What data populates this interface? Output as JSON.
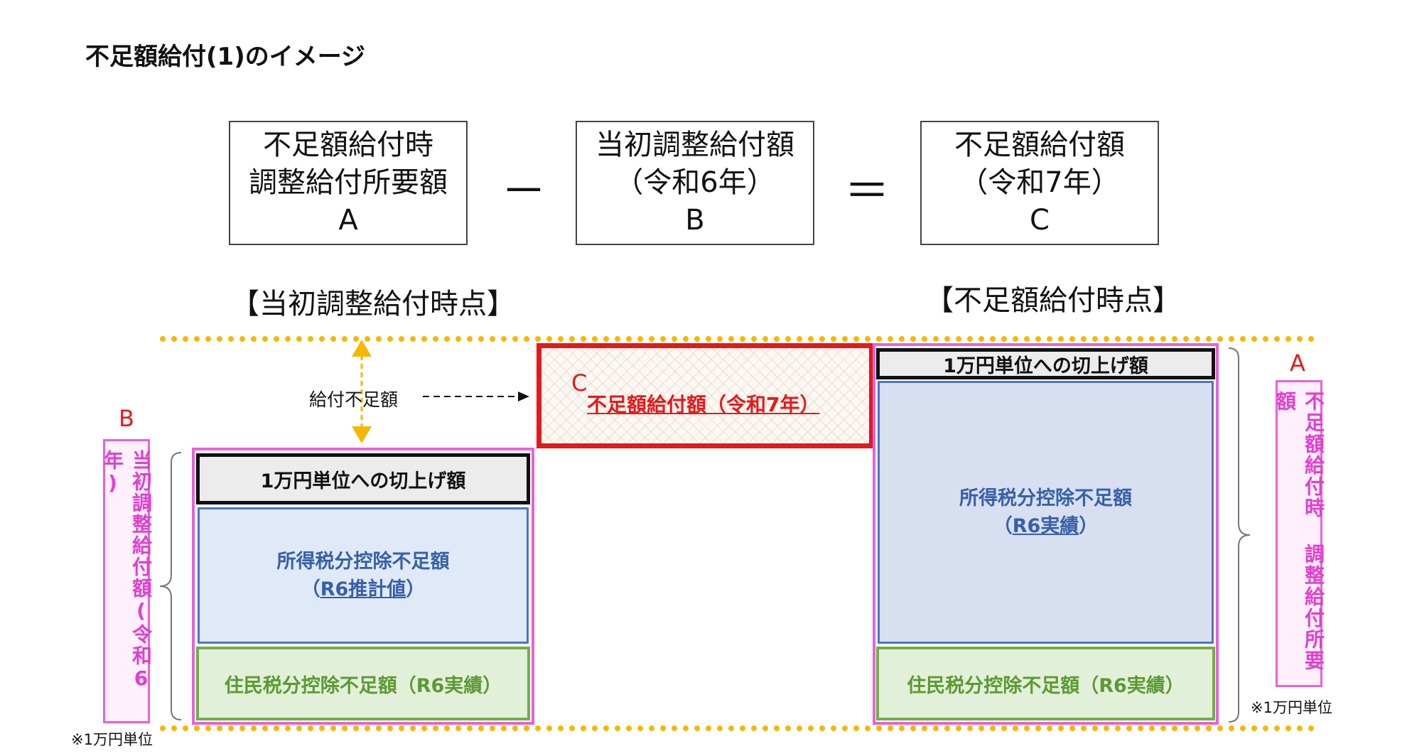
{
  "title": "不足額給付(1)のイメージ",
  "formula": {
    "box_a": {
      "line1": "不足額給付時",
      "line2": "調整給付所要額",
      "letter": "A"
    },
    "minus": "－",
    "box_b": {
      "line1": "当初調整給付額",
      "line2": "（令和6年）",
      "letter": "B"
    },
    "equals": "＝",
    "box_c": {
      "line1": "不足額給付額",
      "line2": "（令和7年）",
      "letter": "C"
    }
  },
  "captions": {
    "initial": "【当初調整給付時点】",
    "shortage": "【不足額給付時点】"
  },
  "left_stack": {
    "side_letter": "B",
    "side_label": "当初調整給付額(令和6年)",
    "header": "1万円単位への切上げ額",
    "income_tax_line1": "所得税分控除不足額",
    "income_tax_line2_pre": "（",
    "income_tax_line2_link": "R6推計値",
    "income_tax_line2_post": "）",
    "resident_tax": "住民税分控除不足額（R6実績）",
    "note": "※1万円単位"
  },
  "shortage_label": "給付不足額",
  "middle": {
    "letter": "C",
    "label": "不足額給付額（令和7年）"
  },
  "right_stack": {
    "side_letter": "A",
    "side_label": "不足額給付時 調整給付所要額",
    "header": "1万円単位への切上げ額",
    "income_tax_line1": "所得税分控除不足額",
    "income_tax_line2_pre": "（",
    "income_tax_line2_link": "R6実績",
    "income_tax_line2_post": "）",
    "resident_tax": "住民税分控除不足額（R6実績）",
    "note": "※1万円単位"
  },
  "colors": {
    "dotted_line": "#f5b800",
    "magenta_outline": "#e861d8",
    "red_box": "#e41a1a",
    "blue_box": "#4a74c8",
    "green_box": "#72ad49"
  }
}
